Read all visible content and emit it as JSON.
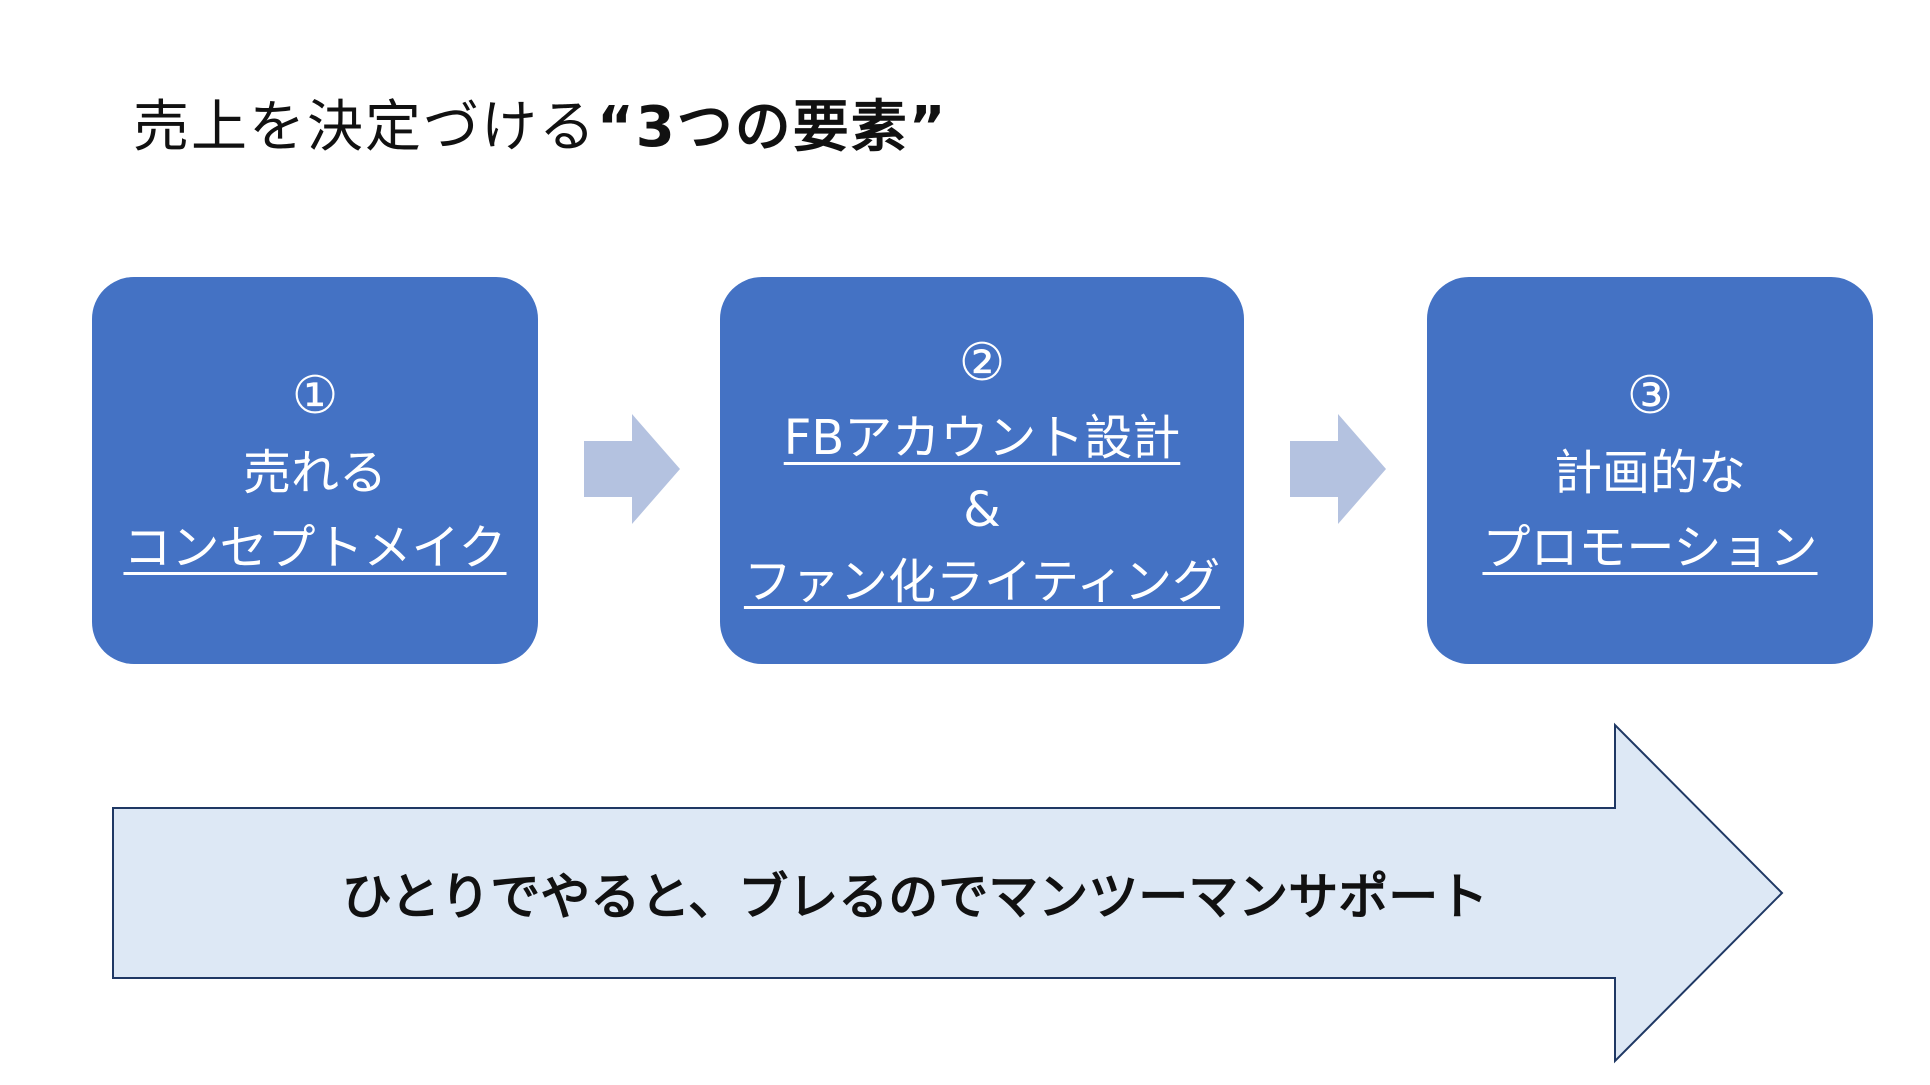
{
  "title": {
    "prefix": "売上を決定づける",
    "emphasis": "“3つの要素”"
  },
  "steps": [
    {
      "number": "①",
      "line1": "売れる",
      "line2": "コンセプトメイク"
    },
    {
      "number": "②",
      "line1": "FBアカウント設計",
      "connector": "&",
      "line2": "ファン化ライティング"
    },
    {
      "number": "③",
      "line1": "計画的な",
      "line2": "プロモーション"
    }
  ],
  "support_arrow": {
    "label": "ひとりでやると、ブレるのでマンツーマンサポート"
  },
  "colors": {
    "box": "#4472c4",
    "small_arrow": "#b4c2e0",
    "big_arrow_fill": "#dde8f5",
    "big_arrow_stroke": "#1f3864"
  }
}
